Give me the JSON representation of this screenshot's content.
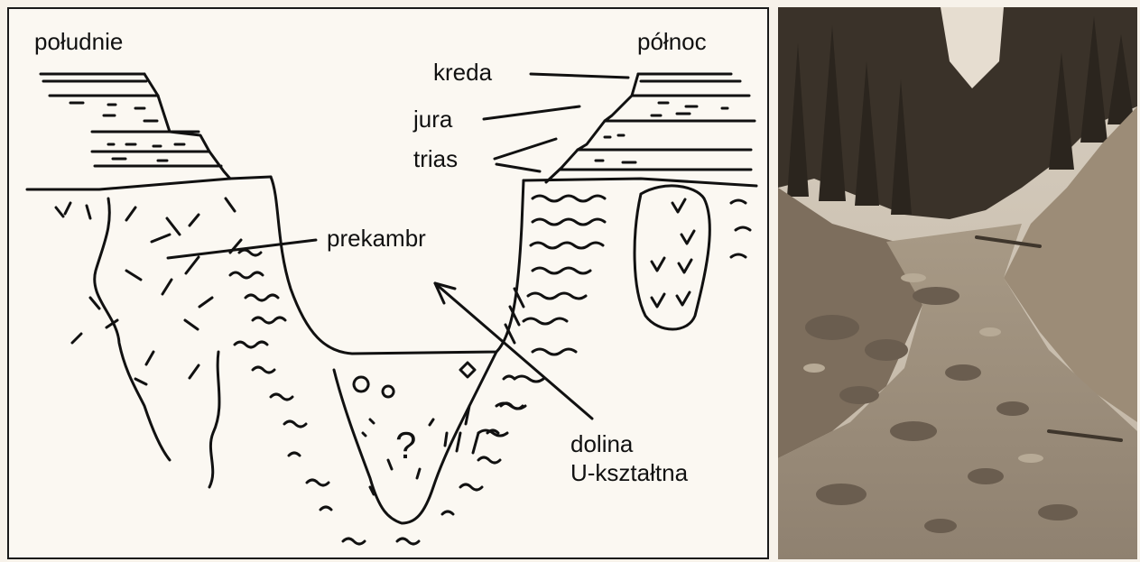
{
  "diagram": {
    "labels": {
      "south": "południe",
      "north": "północ",
      "cretaceous": "kreda",
      "jurassic": "jura",
      "triassic": "trias",
      "precambrian": "prekambr",
      "valley_line1": "dolina",
      "valley_line2": "U-kształtna",
      "unknown_fill": "?"
    }
  },
  "photo": {
    "subject": "U-shaped valley with forested rim"
  },
  "colors": {
    "ink": "#111111",
    "paper": "#fbf8f2",
    "photo_sepia": "#8a7a66"
  }
}
